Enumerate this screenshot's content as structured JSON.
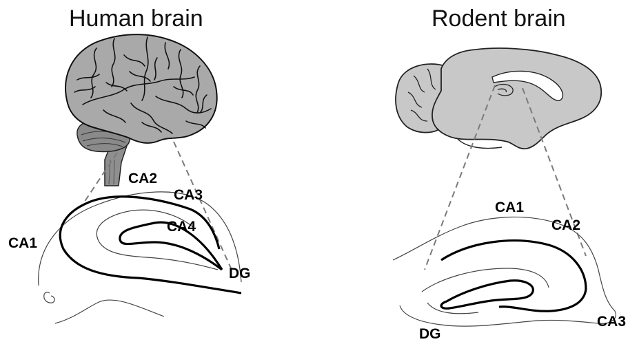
{
  "human": {
    "title": "Human brain",
    "labels": {
      "ca1": "CA1",
      "ca2": "CA2",
      "ca3": "CA3",
      "ca4": "CA4",
      "dg": "DG"
    }
  },
  "rodent": {
    "title": "Rodent brain",
    "labels": {
      "ca1": "CA1",
      "ca2": "CA2",
      "ca3": "CA3",
      "dg": "DG"
    }
  },
  "colors": {
    "brain_fill_human": "#a9a9a9",
    "brain_fill_rodent": "#c8c8c8",
    "hippocampus_outline": "#444444",
    "zoom_lines": "#7a7a7a",
    "cell_layer": "#000000"
  }
}
